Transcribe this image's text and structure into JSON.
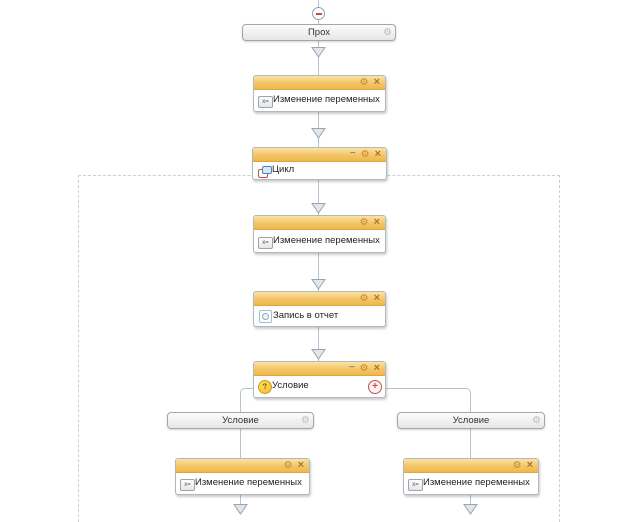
{
  "diagram": {
    "start": {
      "label": "Прох"
    },
    "nodes": {
      "var_top": {
        "title": "Изменение переменных"
      },
      "loop": {
        "title": "Цикл"
      },
      "var_mid": {
        "title": "Изменение переменных"
      },
      "report": {
        "title": "Запись в отчет"
      },
      "condition": {
        "title": "Условие"
      },
      "branch_left": {
        "label": "Условие"
      },
      "branch_right": {
        "label": "Условие"
      },
      "var_left": {
        "title": "Изменение переменных"
      },
      "var_right": {
        "title": "Изменение переменных"
      }
    }
  },
  "icons": {
    "gear": "⚙",
    "close": "×",
    "minimize": "−",
    "plus": "+",
    "question": "?",
    "variables_badge": "x="
  },
  "colors": {
    "titlebar_orange": "#f3c568",
    "titlebar_border": "#dfa53f",
    "icon_orange": "#c8862f",
    "connector_gray_blue": "#b6c2cc",
    "accent_red": "#c0504d",
    "node_border": "#b2b8be",
    "dashed_region": "#ccd0d4"
  }
}
